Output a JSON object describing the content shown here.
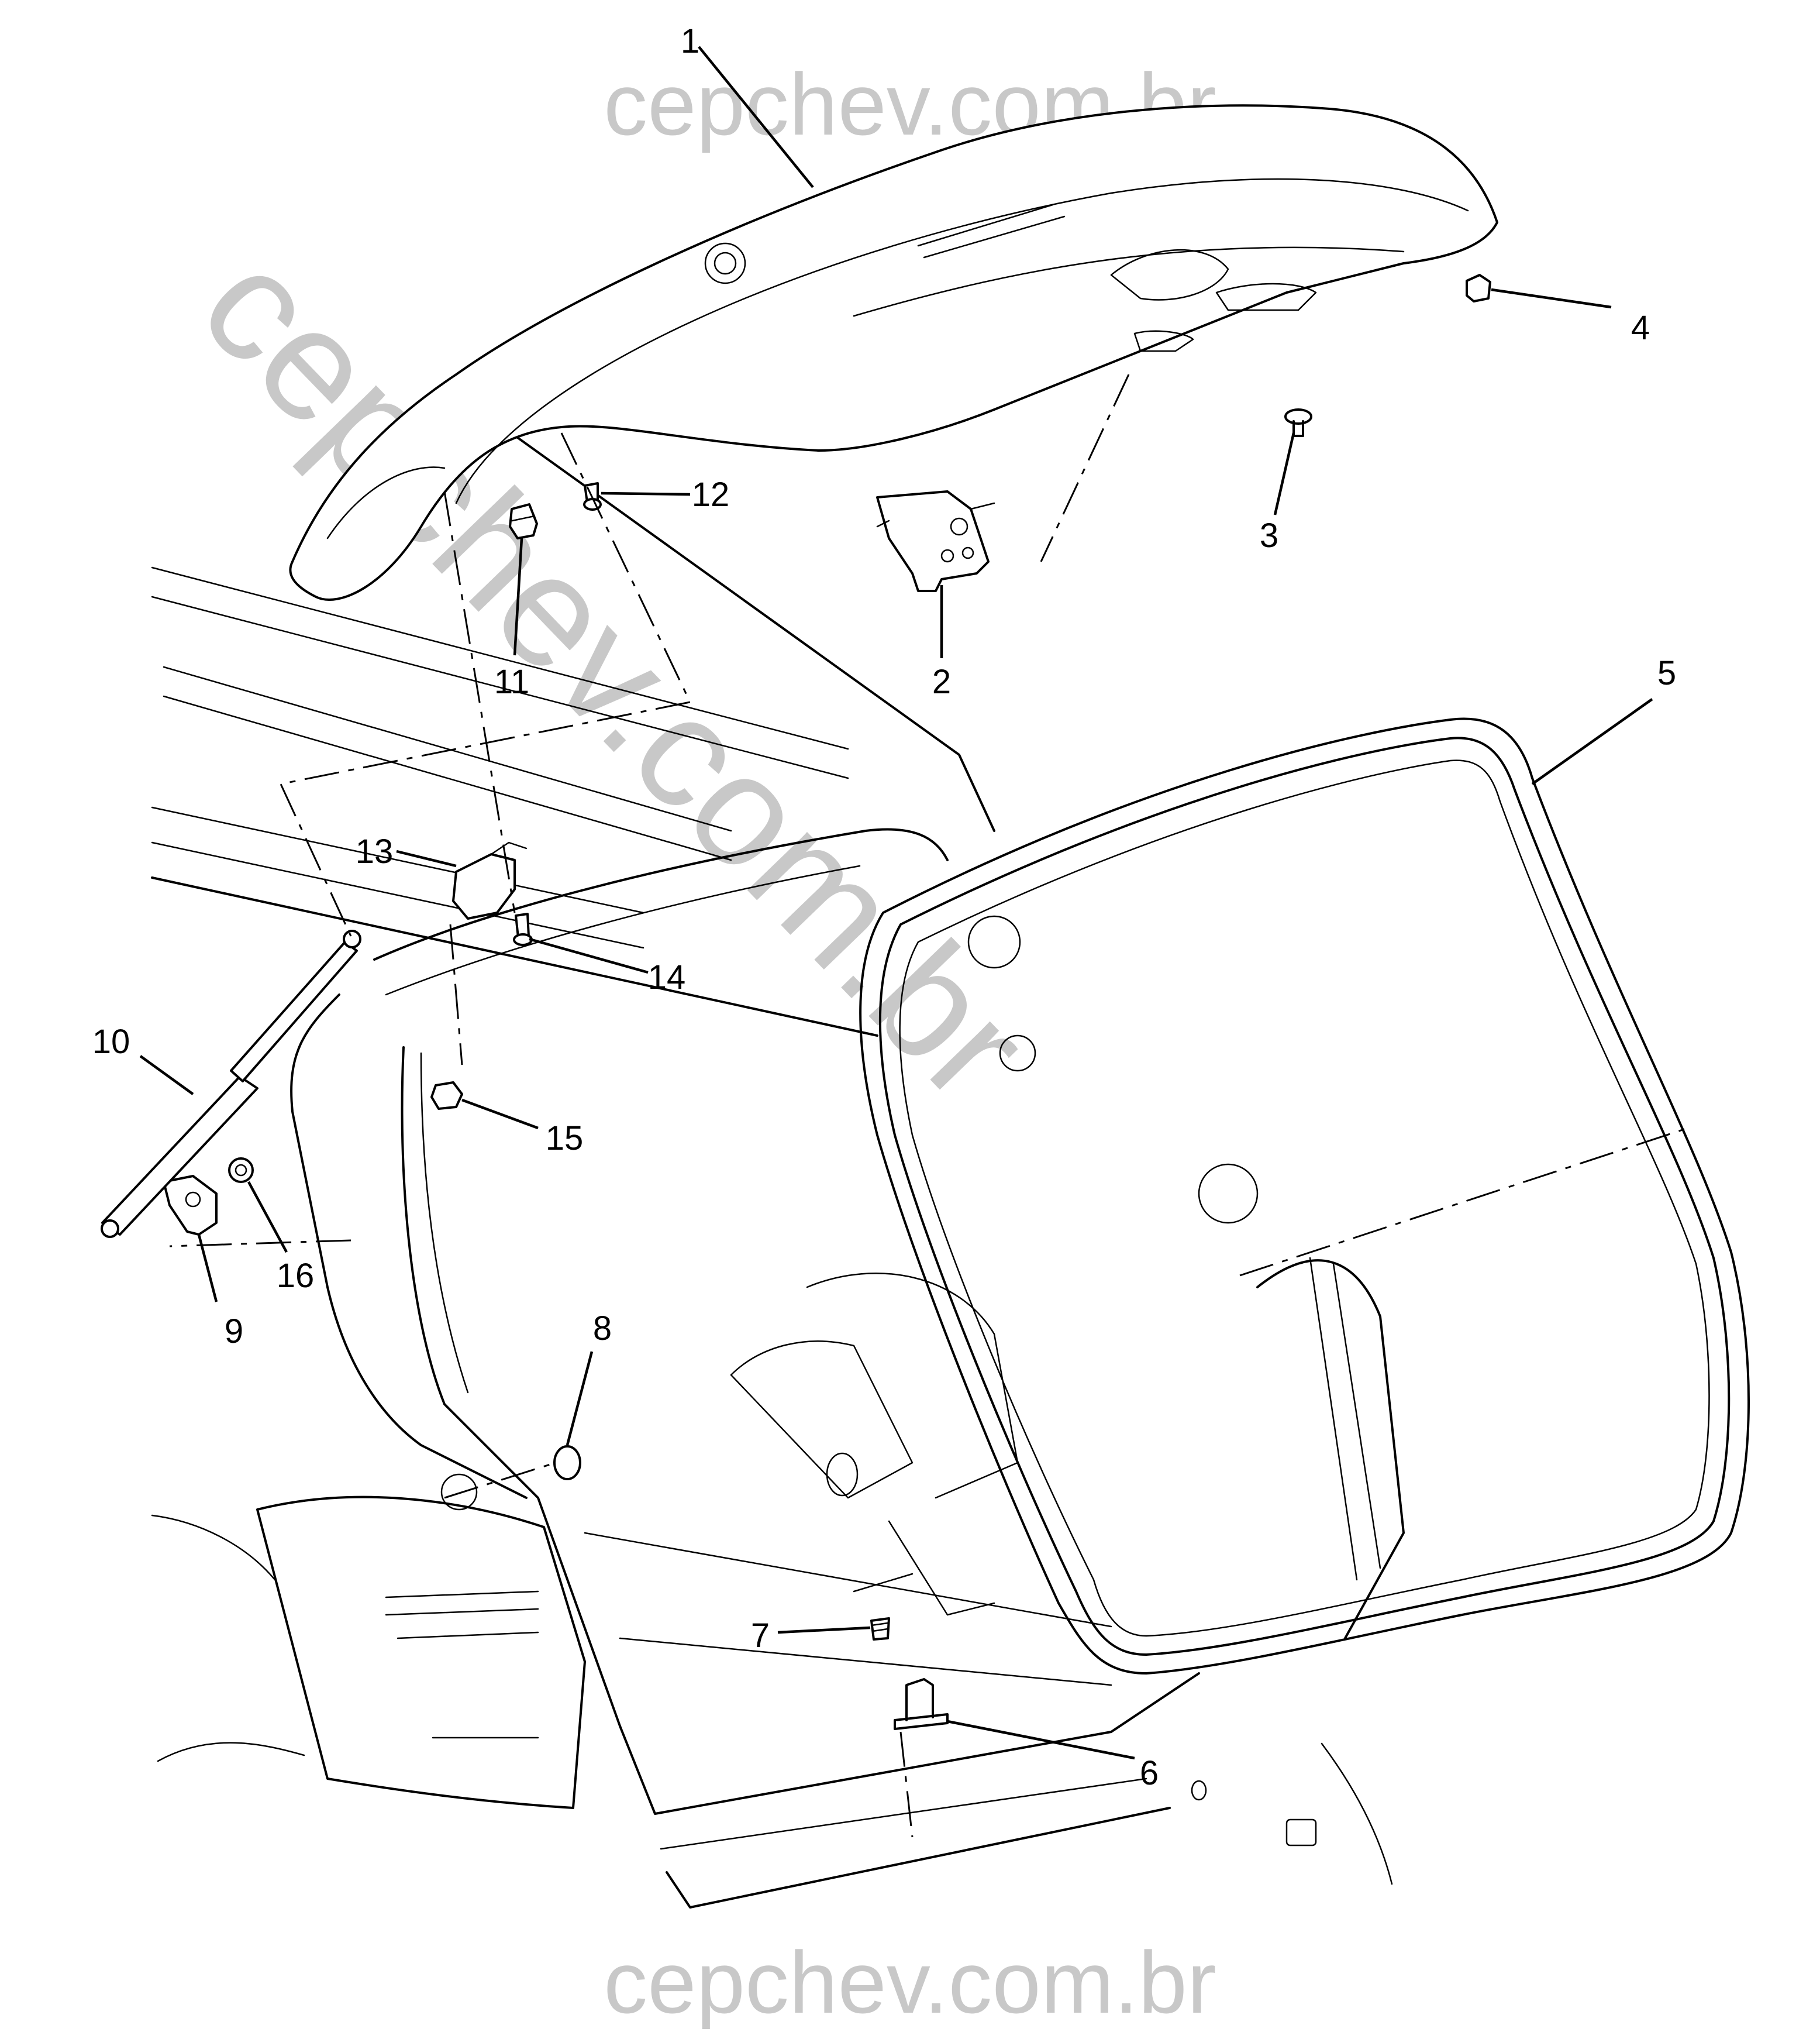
{
  "watermarks": {
    "top": "cepchev.com.br",
    "bottom": "cepchev.com.br",
    "diagonal": "cepchev.com.br"
  },
  "callouts": [
    {
      "id": "1",
      "label": "1"
    },
    {
      "id": "2",
      "label": "2"
    },
    {
      "id": "3",
      "label": "3"
    },
    {
      "id": "4",
      "label": "4"
    },
    {
      "id": "5",
      "label": "5"
    },
    {
      "id": "6",
      "label": "6"
    },
    {
      "id": "7",
      "label": "7"
    },
    {
      "id": "8",
      "label": "8"
    },
    {
      "id": "9",
      "label": "9"
    },
    {
      "id": "10",
      "label": "10"
    },
    {
      "id": "11",
      "label": "11"
    },
    {
      "id": "12",
      "label": "12"
    },
    {
      "id": "13",
      "label": "13"
    },
    {
      "id": "14",
      "label": "14"
    },
    {
      "id": "15",
      "label": "15"
    },
    {
      "id": "16",
      "label": "16"
    }
  ]
}
